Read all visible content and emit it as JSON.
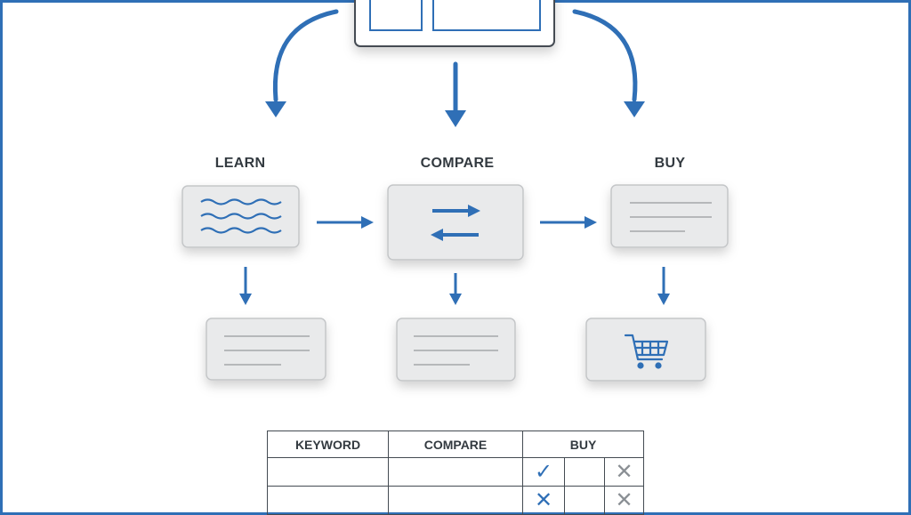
{
  "stages": [
    {
      "key": "learn",
      "label": "LEARN"
    },
    {
      "key": "compare",
      "label": "COMPARE"
    },
    {
      "key": "buy",
      "label": "BUY"
    }
  ],
  "matrix": {
    "headers": [
      "KEYWORD",
      "COMPARE",
      "BUY"
    ],
    "rows": [
      {
        "cells": [
          "",
          "",
          "check",
          "",
          "x"
        ]
      },
      {
        "cells": [
          "",
          "",
          "x",
          "",
          "x"
        ]
      }
    ]
  },
  "colors": {
    "accent": "#2f6fb6",
    "card_fill": "#e9eaeb",
    "card_border": "#c4c6c8",
    "line_gray": "#b6b8ba",
    "text_dark": "#333a40"
  },
  "icons": {
    "learn_card": "wavy-lines-icon",
    "compare_card": "swap-arrows-icon",
    "buy_bottom_card": "shopping-cart-icon"
  }
}
